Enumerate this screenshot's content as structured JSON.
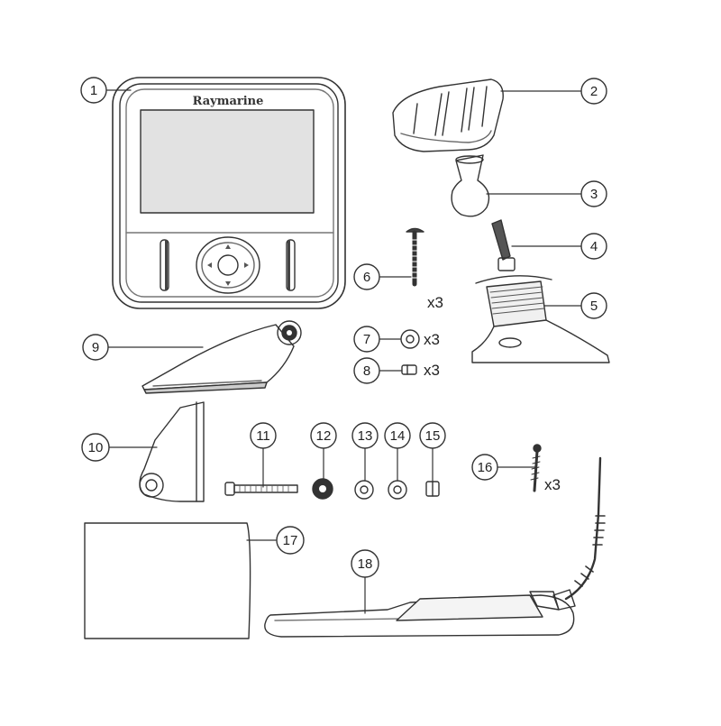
{
  "diagram": {
    "brand_label": "Raymarine",
    "callouts": [
      {
        "id": "1",
        "label": "1"
      },
      {
        "id": "2",
        "label": "2"
      },
      {
        "id": "3",
        "label": "3"
      },
      {
        "id": "4",
        "label": "4"
      },
      {
        "id": "5",
        "label": "5"
      },
      {
        "id": "6",
        "label": "6",
        "qty": "x3"
      },
      {
        "id": "7",
        "label": "7",
        "qty": "x3"
      },
      {
        "id": "8",
        "label": "8",
        "qty": "x3"
      },
      {
        "id": "9",
        "label": "9"
      },
      {
        "id": "10",
        "label": "10"
      },
      {
        "id": "11",
        "label": "11"
      },
      {
        "id": "12",
        "label": "12"
      },
      {
        "id": "13",
        "label": "13"
      },
      {
        "id": "14",
        "label": "14"
      },
      {
        "id": "15",
        "label": "15"
      },
      {
        "id": "16",
        "label": "16",
        "qty": "x3"
      },
      {
        "id": "17",
        "label": "17"
      },
      {
        "id": "18",
        "label": "18"
      }
    ]
  }
}
